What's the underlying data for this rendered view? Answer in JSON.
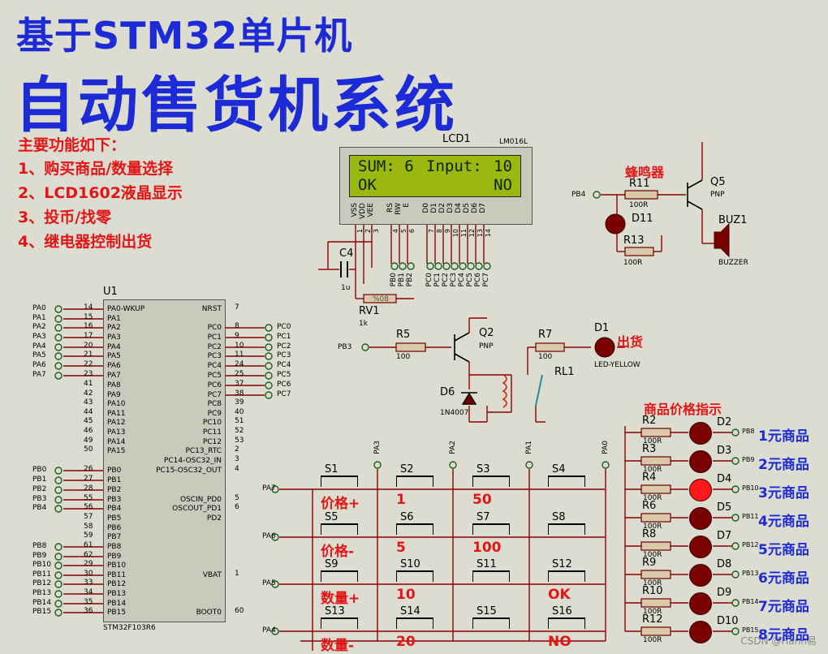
{
  "title": {
    "line1": "基于STM32单片机",
    "line2": "自动售货机系统"
  },
  "features": {
    "heading": "主要功能如下：",
    "items": [
      "1、购买商品/数量选择",
      "2、LCD1602液晶显示",
      "3、投币/找零",
      "4、继电器控制出货"
    ]
  },
  "lcd": {
    "ref": "LCD1",
    "model": "LM016L",
    "row1_left": "SUM: 6",
    "row1_mid": "Input:",
    "row1_right": "10",
    "row2_left": "OK",
    "row2_right": "NO",
    "pins": [
      "VSS",
      "VDD",
      "VEE",
      "RS",
      "RW",
      "E",
      "D0",
      "D1",
      "D2",
      "D3",
      "D4",
      "D5",
      "D6",
      "D7"
    ],
    "pin_nums": [
      "1",
      "2",
      "3",
      "4",
      "5",
      "6",
      "7",
      "8",
      "9",
      "10",
      "11",
      "12",
      "13",
      "14"
    ],
    "nets": [
      "PB0",
      "PB1",
      "PB2",
      "PC0",
      "PC1",
      "PC2",
      "PC3",
      "PC4",
      "PC5",
      "PC6",
      "PC7"
    ]
  },
  "c4": {
    "ref": "C4",
    "value": "1u"
  },
  "rv1": {
    "ref": "RV1",
    "value": "1k",
    "percent": "%08"
  },
  "buzzer_circuit": {
    "label": "蜂鸣器",
    "net": "PB4",
    "r11": "R11",
    "r11_val": "100R",
    "d11": "D11",
    "r13": "R13",
    "r13_val": "100R",
    "q5": "Q5",
    "q5_type": "PNP",
    "buz": "BUZ1",
    "buz_type": "BUZZER"
  },
  "relay_circuit": {
    "net": "PB3",
    "r5": "R5",
    "r5_val": "100",
    "q2": "Q2",
    "q2_type": "PNP",
    "r7": "R7",
    "r7_val": "100",
    "d1": "D1",
    "d1_type": "LED-YELLOW",
    "out_label": "出货",
    "rl1": "RL1",
    "d6": "D6",
    "d6_type": "1N4007"
  },
  "mcu": {
    "ref": "U1",
    "part": "STM32F103R6",
    "left_pins": [
      {
        "num": "14",
        "name": "PA0-WKUP",
        "net": "PA0"
      },
      {
        "num": "15",
        "name": "PA1",
        "net": "PA1"
      },
      {
        "num": "16",
        "name": "PA2",
        "net": "PA2"
      },
      {
        "num": "17",
        "name": "PA3",
        "net": "PA3"
      },
      {
        "num": "20",
        "name": "PA4",
        "net": "PA4"
      },
      {
        "num": "21",
        "name": "PA5",
        "net": "PA5"
      },
      {
        "num": "22",
        "name": "PA6",
        "net": "PA6"
      },
      {
        "num": "23",
        "name": "PA7",
        "net": "PA7"
      },
      {
        "num": "41",
        "name": "PA8",
        "net": ""
      },
      {
        "num": "42",
        "name": "PA9",
        "net": ""
      },
      {
        "num": "43",
        "name": "PA10",
        "net": ""
      },
      {
        "num": "44",
        "name": "PA11",
        "net": ""
      },
      {
        "num": "45",
        "name": "PA12",
        "net": ""
      },
      {
        "num": "46",
        "name": "PA13",
        "net": ""
      },
      {
        "num": "49",
        "name": "PA14",
        "net": ""
      },
      {
        "num": "50",
        "name": "PA15",
        "net": ""
      },
      {
        "num": "26",
        "name": "PB0",
        "net": "PB0"
      },
      {
        "num": "27",
        "name": "PB1",
        "net": "PB1"
      },
      {
        "num": "28",
        "name": "PB2",
        "net": "PB2"
      },
      {
        "num": "55",
        "name": "PB3",
        "net": "PB3"
      },
      {
        "num": "56",
        "name": "PB4",
        "net": "PB4"
      },
      {
        "num": "57",
        "name": "PB5",
        "net": ""
      },
      {
        "num": "58",
        "name": "PB6",
        "net": ""
      },
      {
        "num": "59",
        "name": "PB7",
        "net": ""
      },
      {
        "num": "61",
        "name": "PB8",
        "net": "PB8"
      },
      {
        "num": "62",
        "name": "PB9",
        "net": "PB9"
      },
      {
        "num": "29",
        "name": "PB10",
        "net": "PB10"
      },
      {
        "num": "30",
        "name": "PB11",
        "net": "PB11"
      },
      {
        "num": "33",
        "name": "PB12",
        "net": "PB12"
      },
      {
        "num": "34",
        "name": "PB13",
        "net": "PB13"
      },
      {
        "num": "35",
        "name": "PB14",
        "net": "PB14"
      },
      {
        "num": "36",
        "name": "PB15",
        "net": "PB15"
      }
    ],
    "right_pins": [
      {
        "num": "7",
        "name": "NRST",
        "net": ""
      },
      {
        "num": "8",
        "name": "PC0",
        "net": "PC0"
      },
      {
        "num": "9",
        "name": "PC1",
        "net": "PC1"
      },
      {
        "num": "10",
        "name": "PC2",
        "net": "PC2"
      },
      {
        "num": "11",
        "name": "PC3",
        "net": "PC3"
      },
      {
        "num": "24",
        "name": "PC4",
        "net": "PC4"
      },
      {
        "num": "25",
        "name": "PC5",
        "net": "PC5"
      },
      {
        "num": "37",
        "name": "PC6",
        "net": "PC6"
      },
      {
        "num": "38",
        "name": "PC7",
        "net": "PC7"
      },
      {
        "num": "39",
        "name": "PC8",
        "net": ""
      },
      {
        "num": "40",
        "name": "PC9",
        "net": ""
      },
      {
        "num": "51",
        "name": "PC10",
        "net": ""
      },
      {
        "num": "52",
        "name": "PC11",
        "net": ""
      },
      {
        "num": "53",
        "name": "PC12",
        "net": ""
      },
      {
        "num": "2",
        "name": "PC13_RTC",
        "net": ""
      },
      {
        "num": "3",
        "name": "PC14-OSC32_IN",
        "net": ""
      },
      {
        "num": "4",
        "name": "PC15-OSC32_OUT",
        "net": ""
      },
      {
        "num": "5",
        "name": "OSCIN_PD0",
        "net": ""
      },
      {
        "num": "6",
        "name": "OSCOUT_PD1",
        "net": ""
      },
      {
        "num": "",
        "name": "PD2",
        "net": ""
      },
      {
        "num": "1",
        "name": "VBAT",
        "net": ""
      },
      {
        "num": "60",
        "name": "BOOT0",
        "net": ""
      }
    ]
  },
  "keypad": {
    "row_nets": [
      "PA7",
      "PA6",
      "PA5",
      "PA4"
    ],
    "col_nets": [
      "PA3",
      "PA2",
      "PA1",
      "PA0"
    ],
    "keys": [
      {
        "ref": "S1",
        "label": "价格+"
      },
      {
        "ref": "S2",
        "label": "1"
      },
      {
        "ref": "S3",
        "label": "50"
      },
      {
        "ref": "S4",
        "label": ""
      },
      {
        "ref": "S5",
        "label": "价格-"
      },
      {
        "ref": "S6",
        "label": "5"
      },
      {
        "ref": "S7",
        "label": "100"
      },
      {
        "ref": "S8",
        "label": ""
      },
      {
        "ref": "S9",
        "label": "数量+"
      },
      {
        "ref": "S10",
        "label": "10"
      },
      {
        "ref": "S11",
        "label": ""
      },
      {
        "ref": "S12",
        "label": "OK"
      },
      {
        "ref": "S13",
        "label": "数量-"
      },
      {
        "ref": "S14",
        "label": "20"
      },
      {
        "ref": "S15",
        "label": ""
      },
      {
        "ref": "S16",
        "label": "NO"
      }
    ]
  },
  "price_leds": {
    "heading": "商品价格指示",
    "items": [
      {
        "r": "R2",
        "rv": "100R",
        "d": "D2",
        "net": "PB8",
        "text": "1元商品",
        "on": false
      },
      {
        "r": "R3",
        "rv": "100R",
        "d": "D3",
        "net": "PB9",
        "text": "2元商品",
        "on": false
      },
      {
        "r": "R4",
        "rv": "100R",
        "d": "D4",
        "net": "PB10",
        "text": "3元商品",
        "on": true
      },
      {
        "r": "R6",
        "rv": "100R",
        "d": "D5",
        "net": "PB11",
        "text": "4元商品",
        "on": false
      },
      {
        "r": "R8",
        "rv": "100R",
        "d": "D7",
        "net": "PB12",
        "text": "5元商品",
        "on": false
      },
      {
        "r": "R9",
        "rv": "100R",
        "d": "D8",
        "net": "PB13",
        "text": "6元商品",
        "on": false
      },
      {
        "r": "R10",
        "rv": "100R",
        "d": "D9",
        "net": "PB14",
        "text": "7元商品",
        "on": false
      },
      {
        "r": "R12",
        "rv": "100R",
        "d": "D10",
        "net": "PB15",
        "text": "8元商品",
        "on": false
      }
    ]
  },
  "watermark": "CSDN @Hann易",
  "colors": {
    "title": "#1d2bd6",
    "feature": "#e21616",
    "wire": "#8b0000",
    "background": "#dddcd1",
    "lcd_screen": "#9ab80f",
    "led_off": "#7a0000",
    "led_on": "#ff1a1a"
  }
}
